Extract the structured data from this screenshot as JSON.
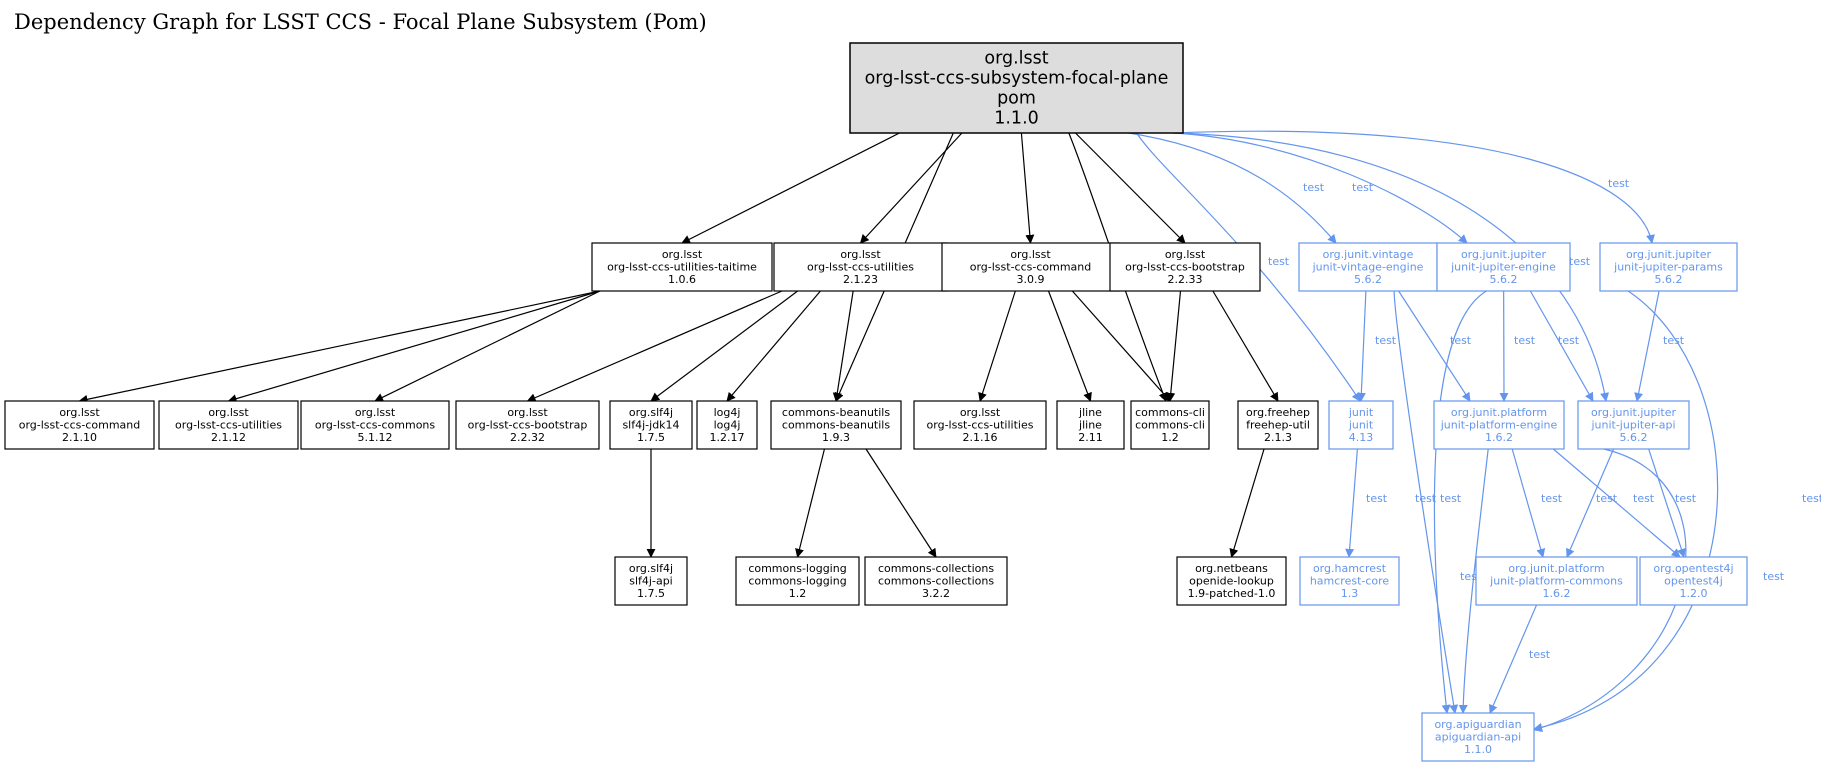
{
  "title": "Dependency Graph for LSST CCS - Focal Plane Subsystem (Pom)",
  "colors": {
    "compile": "#000000",
    "test": "#6495ed",
    "root_fill": "#dddddd"
  },
  "nodes": [
    {
      "id": "root",
      "scope": "root",
      "lines": [
        "org.lsst",
        "org-lsst-ccs-subsystem-focal-plane",
        "pom",
        "1.1.0"
      ]
    },
    {
      "id": "taitime",
      "scope": "compile",
      "lines": [
        "org.lsst",
        "org-lsst-ccs-utilities-taitime",
        "1.0.6"
      ]
    },
    {
      "id": "utilities2123",
      "scope": "compile",
      "lines": [
        "org.lsst",
        "org-lsst-ccs-utilities",
        "2.1.23"
      ]
    },
    {
      "id": "command309",
      "scope": "compile",
      "lines": [
        "org.lsst",
        "org-lsst-ccs-command",
        "3.0.9"
      ]
    },
    {
      "id": "bootstrap2233",
      "scope": "compile",
      "lines": [
        "org.lsst",
        "org-lsst-ccs-bootstrap",
        "2.2.33"
      ]
    },
    {
      "id": "vintage",
      "scope": "test",
      "lines": [
        "org.junit.vintage",
        "junit-vintage-engine",
        "5.6.2"
      ]
    },
    {
      "id": "jupiterengine",
      "scope": "test",
      "lines": [
        "org.junit.jupiter",
        "junit-jupiter-engine",
        "5.6.2"
      ]
    },
    {
      "id": "jupiterparams",
      "scope": "test",
      "lines": [
        "org.junit.jupiter",
        "junit-jupiter-params",
        "5.6.2"
      ]
    },
    {
      "id": "command2110",
      "scope": "compile",
      "lines": [
        "org.lsst",
        "org-lsst-ccs-command",
        "2.1.10"
      ]
    },
    {
      "id": "utilities2112",
      "scope": "compile",
      "lines": [
        "org.lsst",
        "org-lsst-ccs-utilities",
        "2.1.12"
      ]
    },
    {
      "id": "commons5112",
      "scope": "compile",
      "lines": [
        "org.lsst",
        "org-lsst-ccs-commons",
        "5.1.12"
      ]
    },
    {
      "id": "bootstrap2232",
      "scope": "compile",
      "lines": [
        "org.lsst",
        "org-lsst-ccs-bootstrap",
        "2.2.32"
      ]
    },
    {
      "id": "slf4jjdk",
      "scope": "compile",
      "lines": [
        "org.slf4j",
        "slf4j-jdk14",
        "1.7.5"
      ]
    },
    {
      "id": "log4j",
      "scope": "compile",
      "lines": [
        "log4j",
        "log4j",
        "1.2.17"
      ]
    },
    {
      "id": "beanutils",
      "scope": "compile",
      "lines": [
        "commons-beanutils",
        "commons-beanutils",
        "1.9.3"
      ]
    },
    {
      "id": "utilities2116",
      "scope": "compile",
      "lines": [
        "org.lsst",
        "org-lsst-ccs-utilities",
        "2.1.16"
      ]
    },
    {
      "id": "jline",
      "scope": "compile",
      "lines": [
        "jline",
        "jline",
        "2.11"
      ]
    },
    {
      "id": "commonscli",
      "scope": "compile",
      "lines": [
        "commons-cli",
        "commons-cli",
        "1.2"
      ]
    },
    {
      "id": "freehep",
      "scope": "compile",
      "lines": [
        "org.freehep",
        "freehep-util",
        "2.1.3"
      ]
    },
    {
      "id": "junit",
      "scope": "test",
      "lines": [
        "junit",
        "junit",
        "4.13"
      ]
    },
    {
      "id": "platformengine",
      "scope": "test",
      "lines": [
        "org.junit.platform",
        "junit-platform-engine",
        "1.6.2"
      ]
    },
    {
      "id": "jupiterapi",
      "scope": "test",
      "lines": [
        "org.junit.jupiter",
        "junit-jupiter-api",
        "5.6.2"
      ]
    },
    {
      "id": "slf4japi",
      "scope": "compile",
      "lines": [
        "org.slf4j",
        "slf4j-api",
        "1.7.5"
      ]
    },
    {
      "id": "logging",
      "scope": "compile",
      "lines": [
        "commons-logging",
        "commons-logging",
        "1.2"
      ]
    },
    {
      "id": "collections",
      "scope": "compile",
      "lines": [
        "commons-collections",
        "commons-collections",
        "3.2.2"
      ]
    },
    {
      "id": "netbeans",
      "scope": "compile",
      "lines": [
        "org.netbeans",
        "openide-lookup",
        "1.9-patched-1.0"
      ]
    },
    {
      "id": "hamcrest",
      "scope": "test",
      "lines": [
        "org.hamcrest",
        "hamcrest-core",
        "1.3"
      ]
    },
    {
      "id": "platformcommons",
      "scope": "test",
      "lines": [
        "org.junit.platform",
        "junit-platform-commons",
        "1.6.2"
      ]
    },
    {
      "id": "opentest4j",
      "scope": "test",
      "lines": [
        "org.opentest4j",
        "opentest4j",
        "1.2.0"
      ]
    },
    {
      "id": "apiguardian",
      "scope": "test",
      "lines": [
        "org.apiguardian",
        "apiguardian-api",
        "1.1.0"
      ]
    }
  ],
  "edges": [
    {
      "from": "root",
      "to": "taitime",
      "scope": "compile",
      "label": ""
    },
    {
      "from": "root",
      "to": "utilities2123",
      "scope": "compile",
      "label": ""
    },
    {
      "from": "root",
      "to": "beanutils",
      "scope": "compile",
      "label": ""
    },
    {
      "from": "root",
      "to": "command309",
      "scope": "compile",
      "label": ""
    },
    {
      "from": "root",
      "to": "commonscli",
      "scope": "compile",
      "label": ""
    },
    {
      "from": "root",
      "to": "bootstrap2233",
      "scope": "compile",
      "label": ""
    },
    {
      "from": "root",
      "to": "junit",
      "scope": "test",
      "label": "test"
    },
    {
      "from": "root",
      "to": "vintage",
      "scope": "test",
      "label": "test"
    },
    {
      "from": "root",
      "to": "jupiterengine",
      "scope": "test",
      "label": "test"
    },
    {
      "from": "root",
      "to": "jupiterapi",
      "scope": "test",
      "label": "test"
    },
    {
      "from": "root",
      "to": "jupiterparams",
      "scope": "test",
      "label": "test"
    },
    {
      "from": "taitime",
      "to": "command2110",
      "scope": "compile",
      "label": ""
    },
    {
      "from": "taitime",
      "to": "utilities2112",
      "scope": "compile",
      "label": ""
    },
    {
      "from": "taitime",
      "to": "commons5112",
      "scope": "compile",
      "label": ""
    },
    {
      "from": "utilities2123",
      "to": "bootstrap2232",
      "scope": "compile",
      "label": ""
    },
    {
      "from": "utilities2123",
      "to": "slf4jjdk",
      "scope": "compile",
      "label": ""
    },
    {
      "from": "utilities2123",
      "to": "log4j",
      "scope": "compile",
      "label": ""
    },
    {
      "from": "utilities2123",
      "to": "beanutils",
      "scope": "compile",
      "label": ""
    },
    {
      "from": "command309",
      "to": "utilities2116",
      "scope": "compile",
      "label": ""
    },
    {
      "from": "command309",
      "to": "jline",
      "scope": "compile",
      "label": ""
    },
    {
      "from": "command309",
      "to": "commonscli",
      "scope": "compile",
      "label": ""
    },
    {
      "from": "bootstrap2233",
      "to": "commonscli",
      "scope": "compile",
      "label": ""
    },
    {
      "from": "bootstrap2233",
      "to": "freehep",
      "scope": "compile",
      "label": ""
    },
    {
      "from": "slf4jjdk",
      "to": "slf4japi",
      "scope": "compile",
      "label": ""
    },
    {
      "from": "beanutils",
      "to": "logging",
      "scope": "compile",
      "label": ""
    },
    {
      "from": "beanutils",
      "to": "collections",
      "scope": "compile",
      "label": ""
    },
    {
      "from": "freehep",
      "to": "netbeans",
      "scope": "compile",
      "label": ""
    },
    {
      "from": "vintage",
      "to": "junit",
      "scope": "test",
      "label": "test"
    },
    {
      "from": "vintage",
      "to": "platformengine",
      "scope": "test",
      "label": "test"
    },
    {
      "from": "vintage",
      "to": "apiguardian",
      "scope": "test",
      "label": "test"
    },
    {
      "from": "jupiterengine",
      "to": "platformengine",
      "scope": "test",
      "label": "test"
    },
    {
      "from": "jupiterengine",
      "to": "jupiterapi",
      "scope": "test",
      "label": "test"
    },
    {
      "from": "jupiterengine",
      "to": "apiguardian",
      "scope": "test",
      "label": "test"
    },
    {
      "from": "jupiterparams",
      "to": "jupiterapi",
      "scope": "test",
      "label": "test"
    },
    {
      "from": "jupiterparams",
      "to": "apiguardian",
      "scope": "test",
      "label": "test"
    },
    {
      "from": "junit",
      "to": "hamcrest",
      "scope": "test",
      "label": "test"
    },
    {
      "from": "platformengine",
      "to": "platformcommons",
      "scope": "test",
      "label": "test"
    },
    {
      "from": "platformengine",
      "to": "opentest4j",
      "scope": "test",
      "label": "test"
    },
    {
      "from": "platformengine",
      "to": "apiguardian",
      "scope": "test",
      "label": "test"
    },
    {
      "from": "jupiterapi",
      "to": "platformcommons",
      "scope": "test",
      "label": "test"
    },
    {
      "from": "jupiterapi",
      "to": "opentest4j",
      "scope": "test",
      "label": "test"
    },
    {
      "from": "jupiterapi",
      "to": "apiguardian",
      "scope": "test",
      "label": "test"
    },
    {
      "from": "platformcommons",
      "to": "apiguardian",
      "scope": "test",
      "label": "test"
    }
  ]
}
